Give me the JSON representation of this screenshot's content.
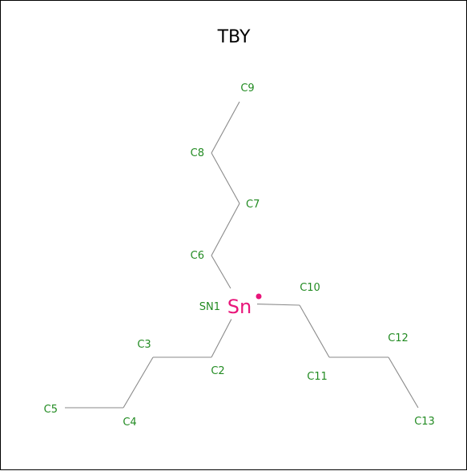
{
  "title": "TBY",
  "colors": {
    "bond": "#8a8a8a",
    "atom_label": "#228b22",
    "tin": "#e8157a"
  },
  "central_atom": {
    "element": "Sn",
    "label": "SN1",
    "radical": true
  },
  "atoms": [
    {
      "id": "C2",
      "label": "C2"
    },
    {
      "id": "C3",
      "label": "C3"
    },
    {
      "id": "C4",
      "label": "C4"
    },
    {
      "id": "C5",
      "label": "C5"
    },
    {
      "id": "C6",
      "label": "C6"
    },
    {
      "id": "C7",
      "label": "C7"
    },
    {
      "id": "C8",
      "label": "C8"
    },
    {
      "id": "C9",
      "label": "C9"
    },
    {
      "id": "C10",
      "label": "C10"
    },
    {
      "id": "C11",
      "label": "C11"
    },
    {
      "id": "C12",
      "label": "C12"
    },
    {
      "id": "C13",
      "label": "C13"
    }
  ],
  "bonds": [
    [
      "SN1",
      "C6"
    ],
    [
      "C6",
      "C7"
    ],
    [
      "C7",
      "C8"
    ],
    [
      "C8",
      "C9"
    ],
    [
      "SN1",
      "C2"
    ],
    [
      "C2",
      "C3"
    ],
    [
      "C3",
      "C4"
    ],
    [
      "C4",
      "C5"
    ],
    [
      "SN1",
      "C10"
    ],
    [
      "C10",
      "C11"
    ],
    [
      "C11",
      "C12"
    ],
    [
      "C12",
      "C13"
    ]
  ]
}
